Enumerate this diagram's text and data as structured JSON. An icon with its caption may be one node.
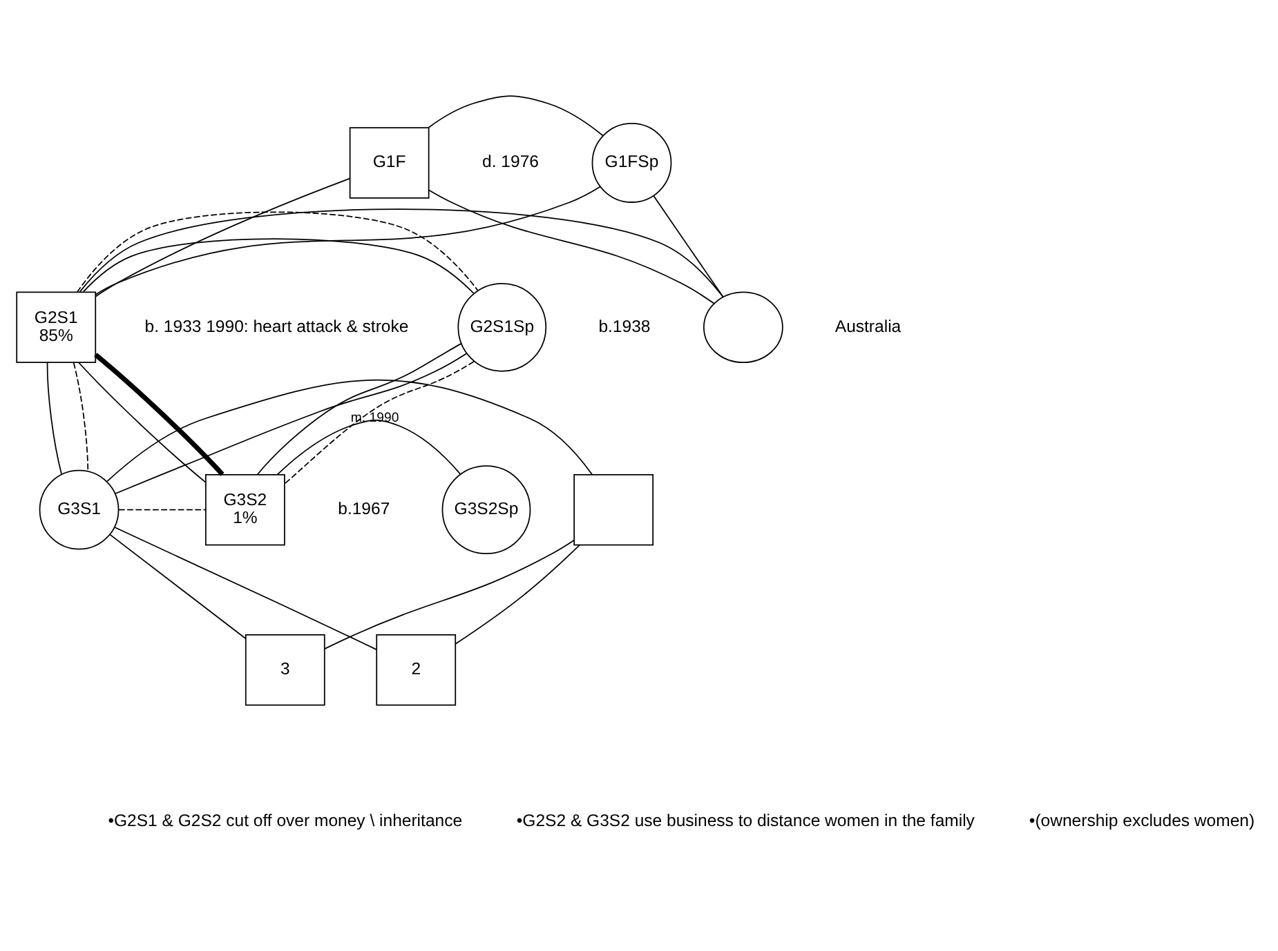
{
  "diagram": {
    "nodes": [
      {
        "text": [
          "G1F"
        ],
        "beside": [
          "d. 1976"
        ]
      },
      {
        "text": [
          "G1FSp"
        ]
      },
      {
        "text": [
          "G2S1",
          "85%"
        ],
        "beside": [
          "b. 1933 1990: heart attack & stroke"
        ]
      },
      {
        "text": [],
        "shape": "circle",
        "beside": [
          "Australia"
        ]
      },
      {
        "text": [
          "G2S1Sp"
        ],
        "beside": [
          "b.1938"
        ]
      },
      {
        "text": [
          "G3S1"
        ]
      },
      {
        "text": [],
        "shape": "box"
      },
      {
        "text": [
          "G3S2",
          "1%"
        ],
        "beside": [
          "b.1967"
        ]
      },
      {
        "text": [
          "G3S2Sp"
        ]
      },
      {
        "text": [
          "3"
        ]
      },
      {
        "text": [
          "2"
        ]
      }
    ],
    "edges": [
      {
        "from": 0,
        "to": 1,
        "arrow": "none"
      },
      {
        "from": 0,
        "to": 2,
        "arrow": "none"
      },
      {
        "from": 1,
        "to": 2,
        "arrow": "none"
      },
      {
        "from": 0,
        "to": 3,
        "arrow": "none"
      },
      {
        "from": 1,
        "to": 3,
        "arrow": "none"
      },
      {
        "from": 2,
        "to": 3,
        "arrow": "none"
      },
      {
        "from": 2,
        "to": 4,
        "arrow": "none"
      },
      {
        "from": 2,
        "to": 5,
        "arrow": "none"
      },
      {
        "from": 4,
        "to": 5,
        "arrow": "none"
      },
      {
        "from": 2,
        "to": 7,
        "arrow": "none"
      },
      {
        "from": 4,
        "to": 7,
        "arrow": "none"
      },
      {
        "from": 2,
        "to": 7,
        "arrow": "none",
        "style": "thick"
      },
      {
        "from": 2,
        "to": 4,
        "arrow": "none",
        "style": "dashed"
      },
      {
        "from": 4,
        "to": 7,
        "arrow": "none",
        "style": "dashed"
      },
      {
        "from": 2,
        "to": 5,
        "arrow": "none",
        "style": "dashed"
      },
      {
        "from": 5,
        "to": 7,
        "arrow": "none",
        "style": "dashed"
      },
      {
        "from": 5,
        "to": 6,
        "arrow": "none"
      },
      {
        "from": 5,
        "to": 9,
        "arrow": "none"
      },
      {
        "from": 6,
        "to": 9,
        "arrow": "none"
      },
      {
        "from": 5,
        "to": 10,
        "arrow": "none"
      },
      {
        "from": 6,
        "to": 10,
        "arrow": "none"
      },
      {
        "from": 7,
        "to": 8,
        "arrow": "none",
        "label": "m. 1990"
      }
    ],
    "labels": [
      "•G2S1 & G2S2 cut off over money \\ inheritance",
      "•G2S2 & G3S2 use business to distance women in the family",
      "•(ownership excludes women)"
    ]
  }
}
